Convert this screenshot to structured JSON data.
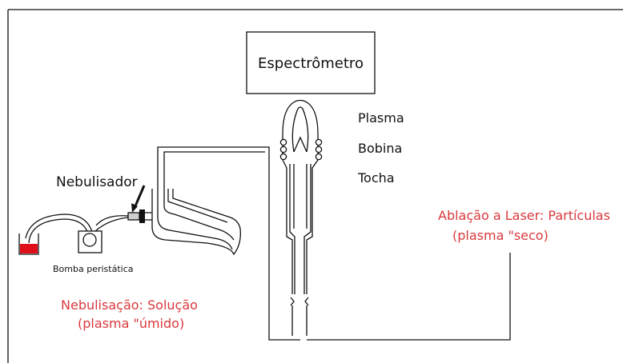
{
  "labels": {
    "spectrometer": "Espectrômetro",
    "plasma": "Plasma",
    "coil": "Bobina",
    "torch": "Tocha",
    "nebulizer": "Nebulisador",
    "pump": "Bomba peristática",
    "nebulisation_line1": "Nebulisação: Solução",
    "nebulisation_line2": "(plasma \"úmido)",
    "ablation_line1": "Ablação a Laser: Partículas",
    "ablation_line2": "(plasma \"seco)"
  },
  "colors": {
    "line": "#111111",
    "red_text": "#d9393d",
    "solution": "#e0101b"
  }
}
